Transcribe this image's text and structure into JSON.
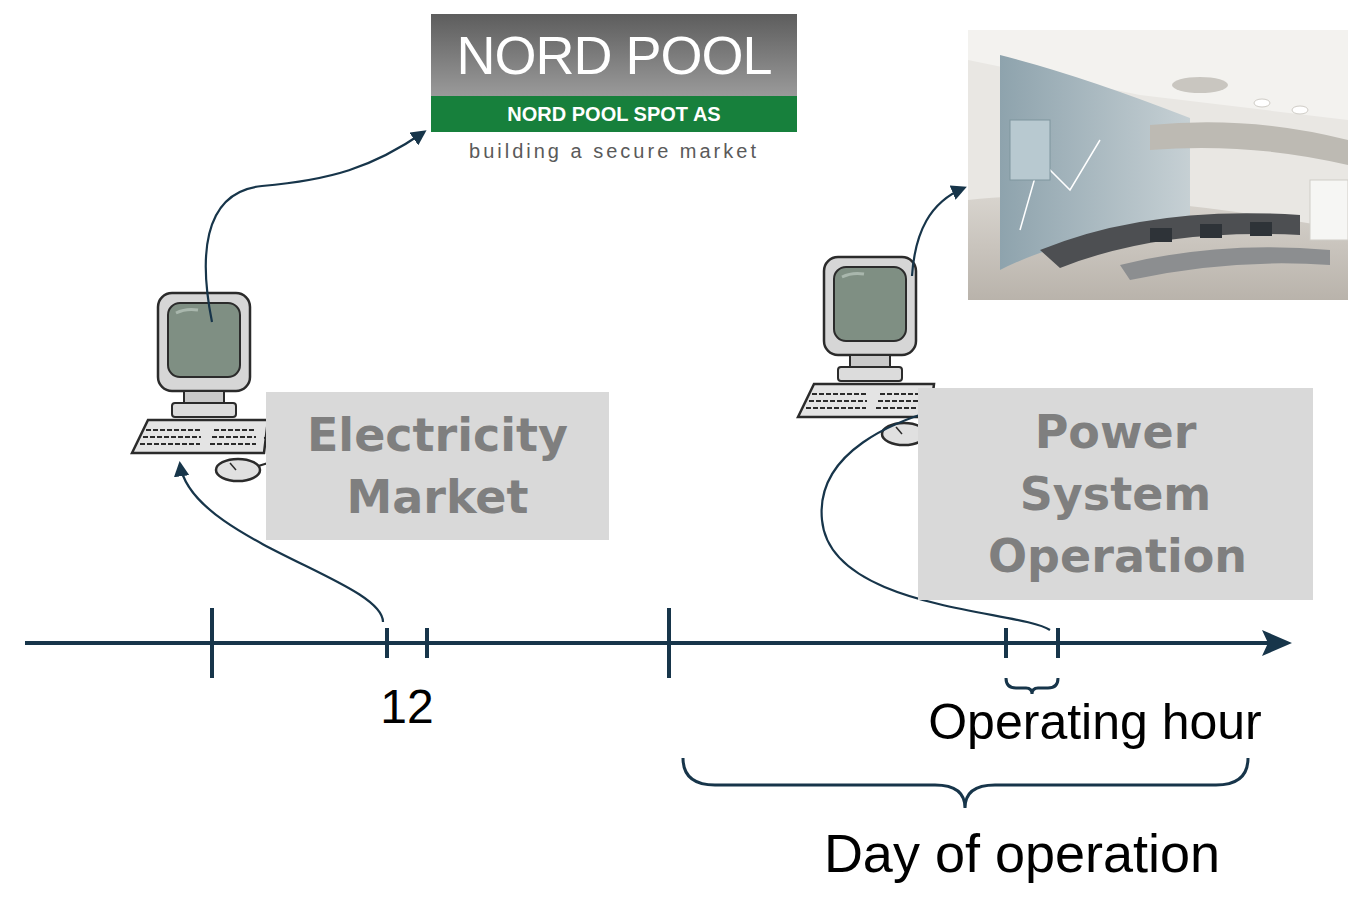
{
  "diagram": {
    "nodes": [
      {
        "text": [
          "NORD POOL",
          "NORD POOL SPOT AS",
          "building a secure market"
        ]
      },
      {
        "text": [
          "Electricity Market"
        ]
      },
      {
        "text": [
          "Power System Operation"
        ]
      }
    ],
    "labels": [
      "12",
      "Operating hour",
      "Day of operation"
    ]
  }
}
